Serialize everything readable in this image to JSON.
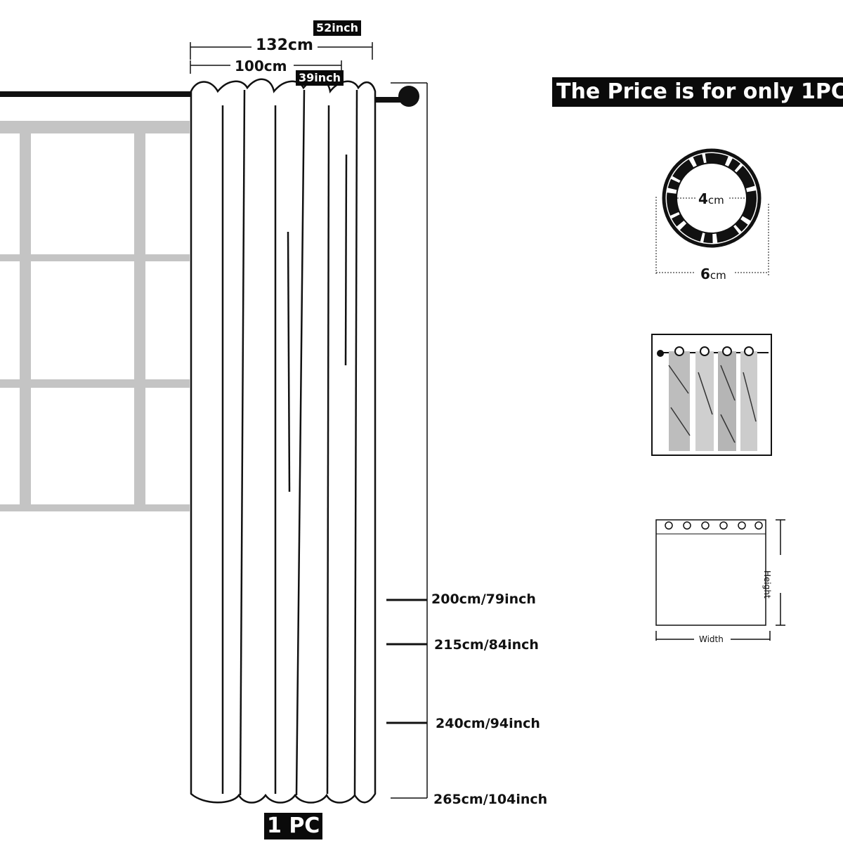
{
  "banner": "The Price is for only 1PC",
  "width": {
    "outer_cm": "132cm",
    "outer_inch": "52inch",
    "inner_cm": "100cm",
    "inner_inch": "39inch"
  },
  "lengths": [
    "200cm/79inch",
    "215cm/84inch",
    "240cm/94inch",
    "265cm/104inch"
  ],
  "quantity": "1 PC",
  "grommet": {
    "inner_value": "4",
    "inner_unit": "cm",
    "outer_value": "6",
    "outer_unit": "cm"
  },
  "diagram": {
    "width_label": "Width",
    "height_label": "Height",
    "grommet_count": 6
  },
  "colors": {
    "ink": "#111111",
    "window_frame": "#c4c4c4",
    "banner_bg": "#0a0a0a",
    "banner_text": "#ffffff"
  }
}
